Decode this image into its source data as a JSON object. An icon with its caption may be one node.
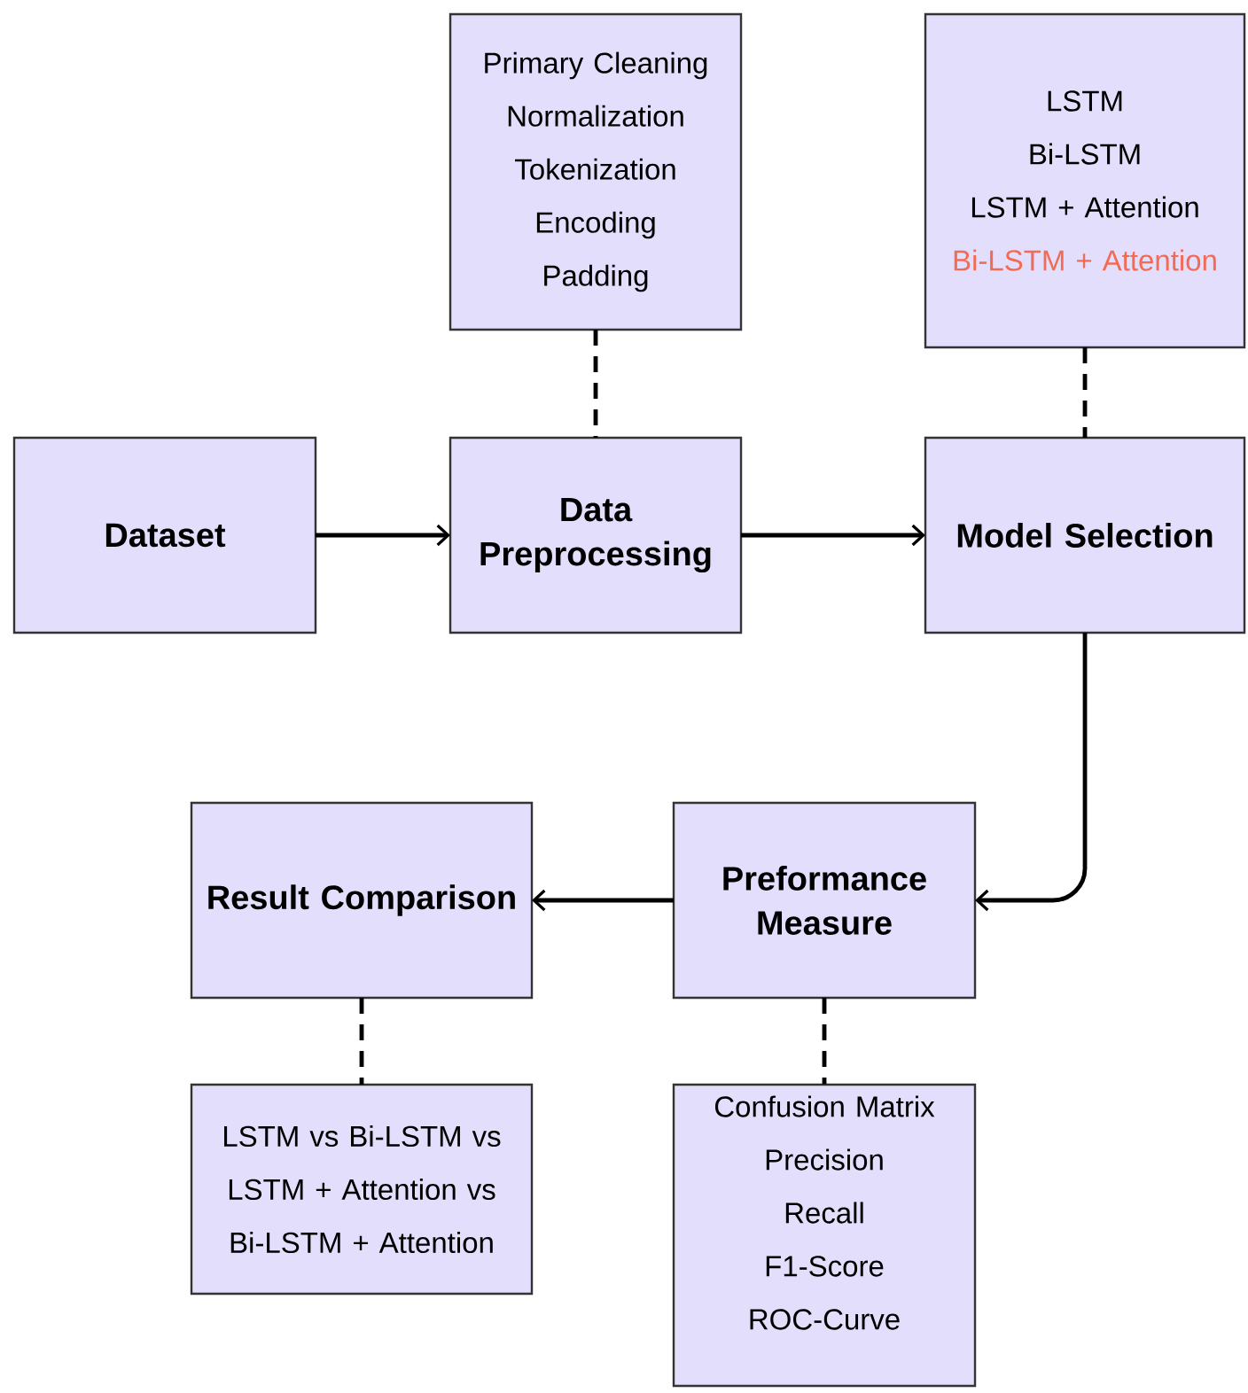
{
  "diagram": {
    "nodes": [
      {
        "text": [
          "Dataset"
        ]
      },
      {
        "text": [
          "Data Preprocessing"
        ]
      },
      {
        "text": [
          "Primary Cleaning",
          "Normalization",
          "Tokenization",
          "Encoding",
          "Padding"
        ]
      },
      {
        "text": [
          "LSTM",
          "Bi-LSTM",
          "LSTM + Attention",
          "Bi-LSTM + Attention"
        ]
      },
      {
        "text": [
          "Model Selection"
        ]
      },
      {
        "text": [
          "Preformance Measure"
        ]
      },
      {
        "text": [
          "Result Comparison"
        ]
      },
      {
        "text": [
          "LSTM vs Bi-LSTM vs LSTM + Attention vs Bi-LSTM + Attention"
        ]
      },
      {
        "text": [
          "Confusion Matrix",
          "Precision",
          "Recall",
          "F1-Score",
          "ROC-Curve"
        ]
      }
    ],
    "edges": [
      {
        "from": 0,
        "to": 1,
        "arrow": "to"
      },
      {
        "from": 1,
        "to": 4,
        "arrow": "to"
      },
      {
        "from": 4,
        "to": 5,
        "arrow": "to"
      },
      {
        "from": 5,
        "to": 6,
        "arrow": "to"
      },
      {
        "from": 2,
        "to": 1,
        "arrow": "none",
        "style": "dashed"
      },
      {
        "from": 3,
        "to": 4,
        "arrow": "none",
        "style": "dashed"
      },
      {
        "from": 6,
        "to": 7,
        "arrow": "none",
        "style": "dashed"
      },
      {
        "from": 5,
        "to": 8,
        "arrow": "none",
        "style": "dashed"
      }
    ]
  }
}
